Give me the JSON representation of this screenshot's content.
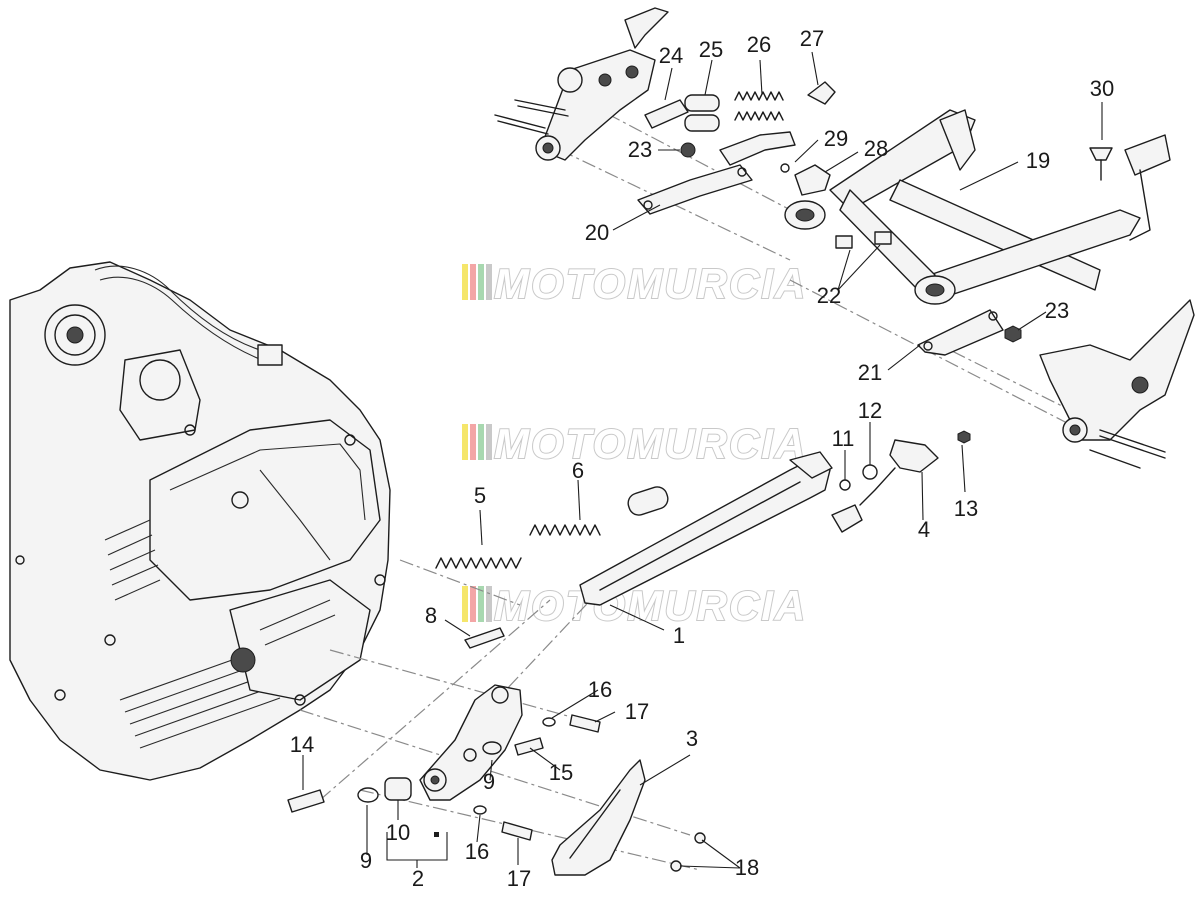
{
  "watermark": {
    "text": "MOTOMURCIA",
    "stripe_colors": [
      "#f5e66b",
      "#f3a6a6",
      "#a8d8b0",
      "#c9c9c9"
    ]
  },
  "callouts": [
    {
      "id": "c1",
      "label": "1"
    },
    {
      "id": "c2",
      "label": "2"
    },
    {
      "id": "c3",
      "label": "3"
    },
    {
      "id": "c4",
      "label": "4"
    },
    {
      "id": "c5",
      "label": "5"
    },
    {
      "id": "c6",
      "label": "6"
    },
    {
      "id": "c8",
      "label": "8"
    },
    {
      "id": "c9a",
      "label": "9"
    },
    {
      "id": "c9b",
      "label": "9"
    },
    {
      "id": "c10",
      "label": "10"
    },
    {
      "id": "c11",
      "label": "11"
    },
    {
      "id": "c12",
      "label": "12"
    },
    {
      "id": "c13",
      "label": "13"
    },
    {
      "id": "c14",
      "label": "14"
    },
    {
      "id": "c15",
      "label": "15"
    },
    {
      "id": "c16a",
      "label": "16"
    },
    {
      "id": "c16b",
      "label": "16"
    },
    {
      "id": "c17a",
      "label": "17"
    },
    {
      "id": "c17b",
      "label": "17"
    },
    {
      "id": "c18",
      "label": "18"
    },
    {
      "id": "c19",
      "label": "19"
    },
    {
      "id": "c20",
      "label": "20"
    },
    {
      "id": "c21",
      "label": "21"
    },
    {
      "id": "c22",
      "label": "22"
    },
    {
      "id": "c23a",
      "label": "23"
    },
    {
      "id": "c23b",
      "label": "23"
    },
    {
      "id": "c24",
      "label": "24"
    },
    {
      "id": "c25",
      "label": "25"
    },
    {
      "id": "c26",
      "label": "26"
    },
    {
      "id": "c27",
      "label": "27"
    },
    {
      "id": "c28",
      "label": "28"
    },
    {
      "id": "c29",
      "label": "29"
    },
    {
      "id": "c30",
      "label": "30"
    }
  ]
}
